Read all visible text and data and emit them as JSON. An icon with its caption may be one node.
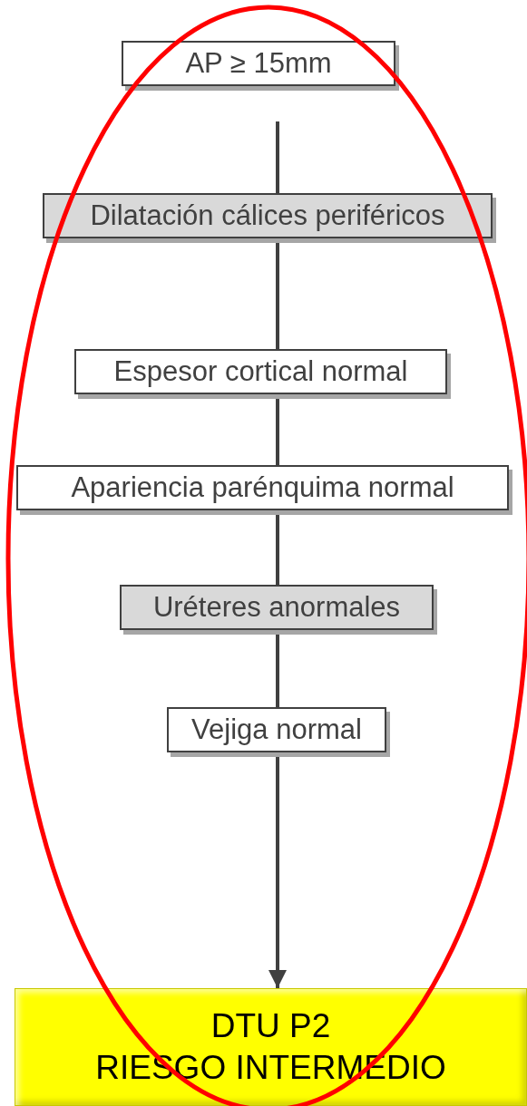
{
  "diagram": {
    "nodes": [
      {
        "text": [
          "AP ≥ 15mm"
        ]
      },
      {
        "text": [
          "Dilatación cálices periféricos"
        ]
      },
      {
        "text": [
          "Espesor cortical normal"
        ]
      },
      {
        "text": [
          "Apariencia parénquima normal"
        ]
      },
      {
        "text": [
          "Uréteres anormales"
        ]
      },
      {
        "text": [
          "Vejiga normal"
        ]
      },
      {
        "text": [
          "DTU P2",
          "RIESGO INTERMEDIO"
        ]
      }
    ],
    "edges": [
      {
        "from": null,
        "to": 1,
        "arrow": "none"
      },
      {
        "from": 1,
        "to": 2,
        "arrow": "none"
      },
      {
        "from": 2,
        "to": 3,
        "arrow": "none"
      },
      {
        "from": 3,
        "to": 4,
        "arrow": "none"
      },
      {
        "from": 4,
        "to": 5,
        "arrow": "none"
      },
      {
        "from": 5,
        "to": 6,
        "arrow": "to"
      }
    ]
  }
}
